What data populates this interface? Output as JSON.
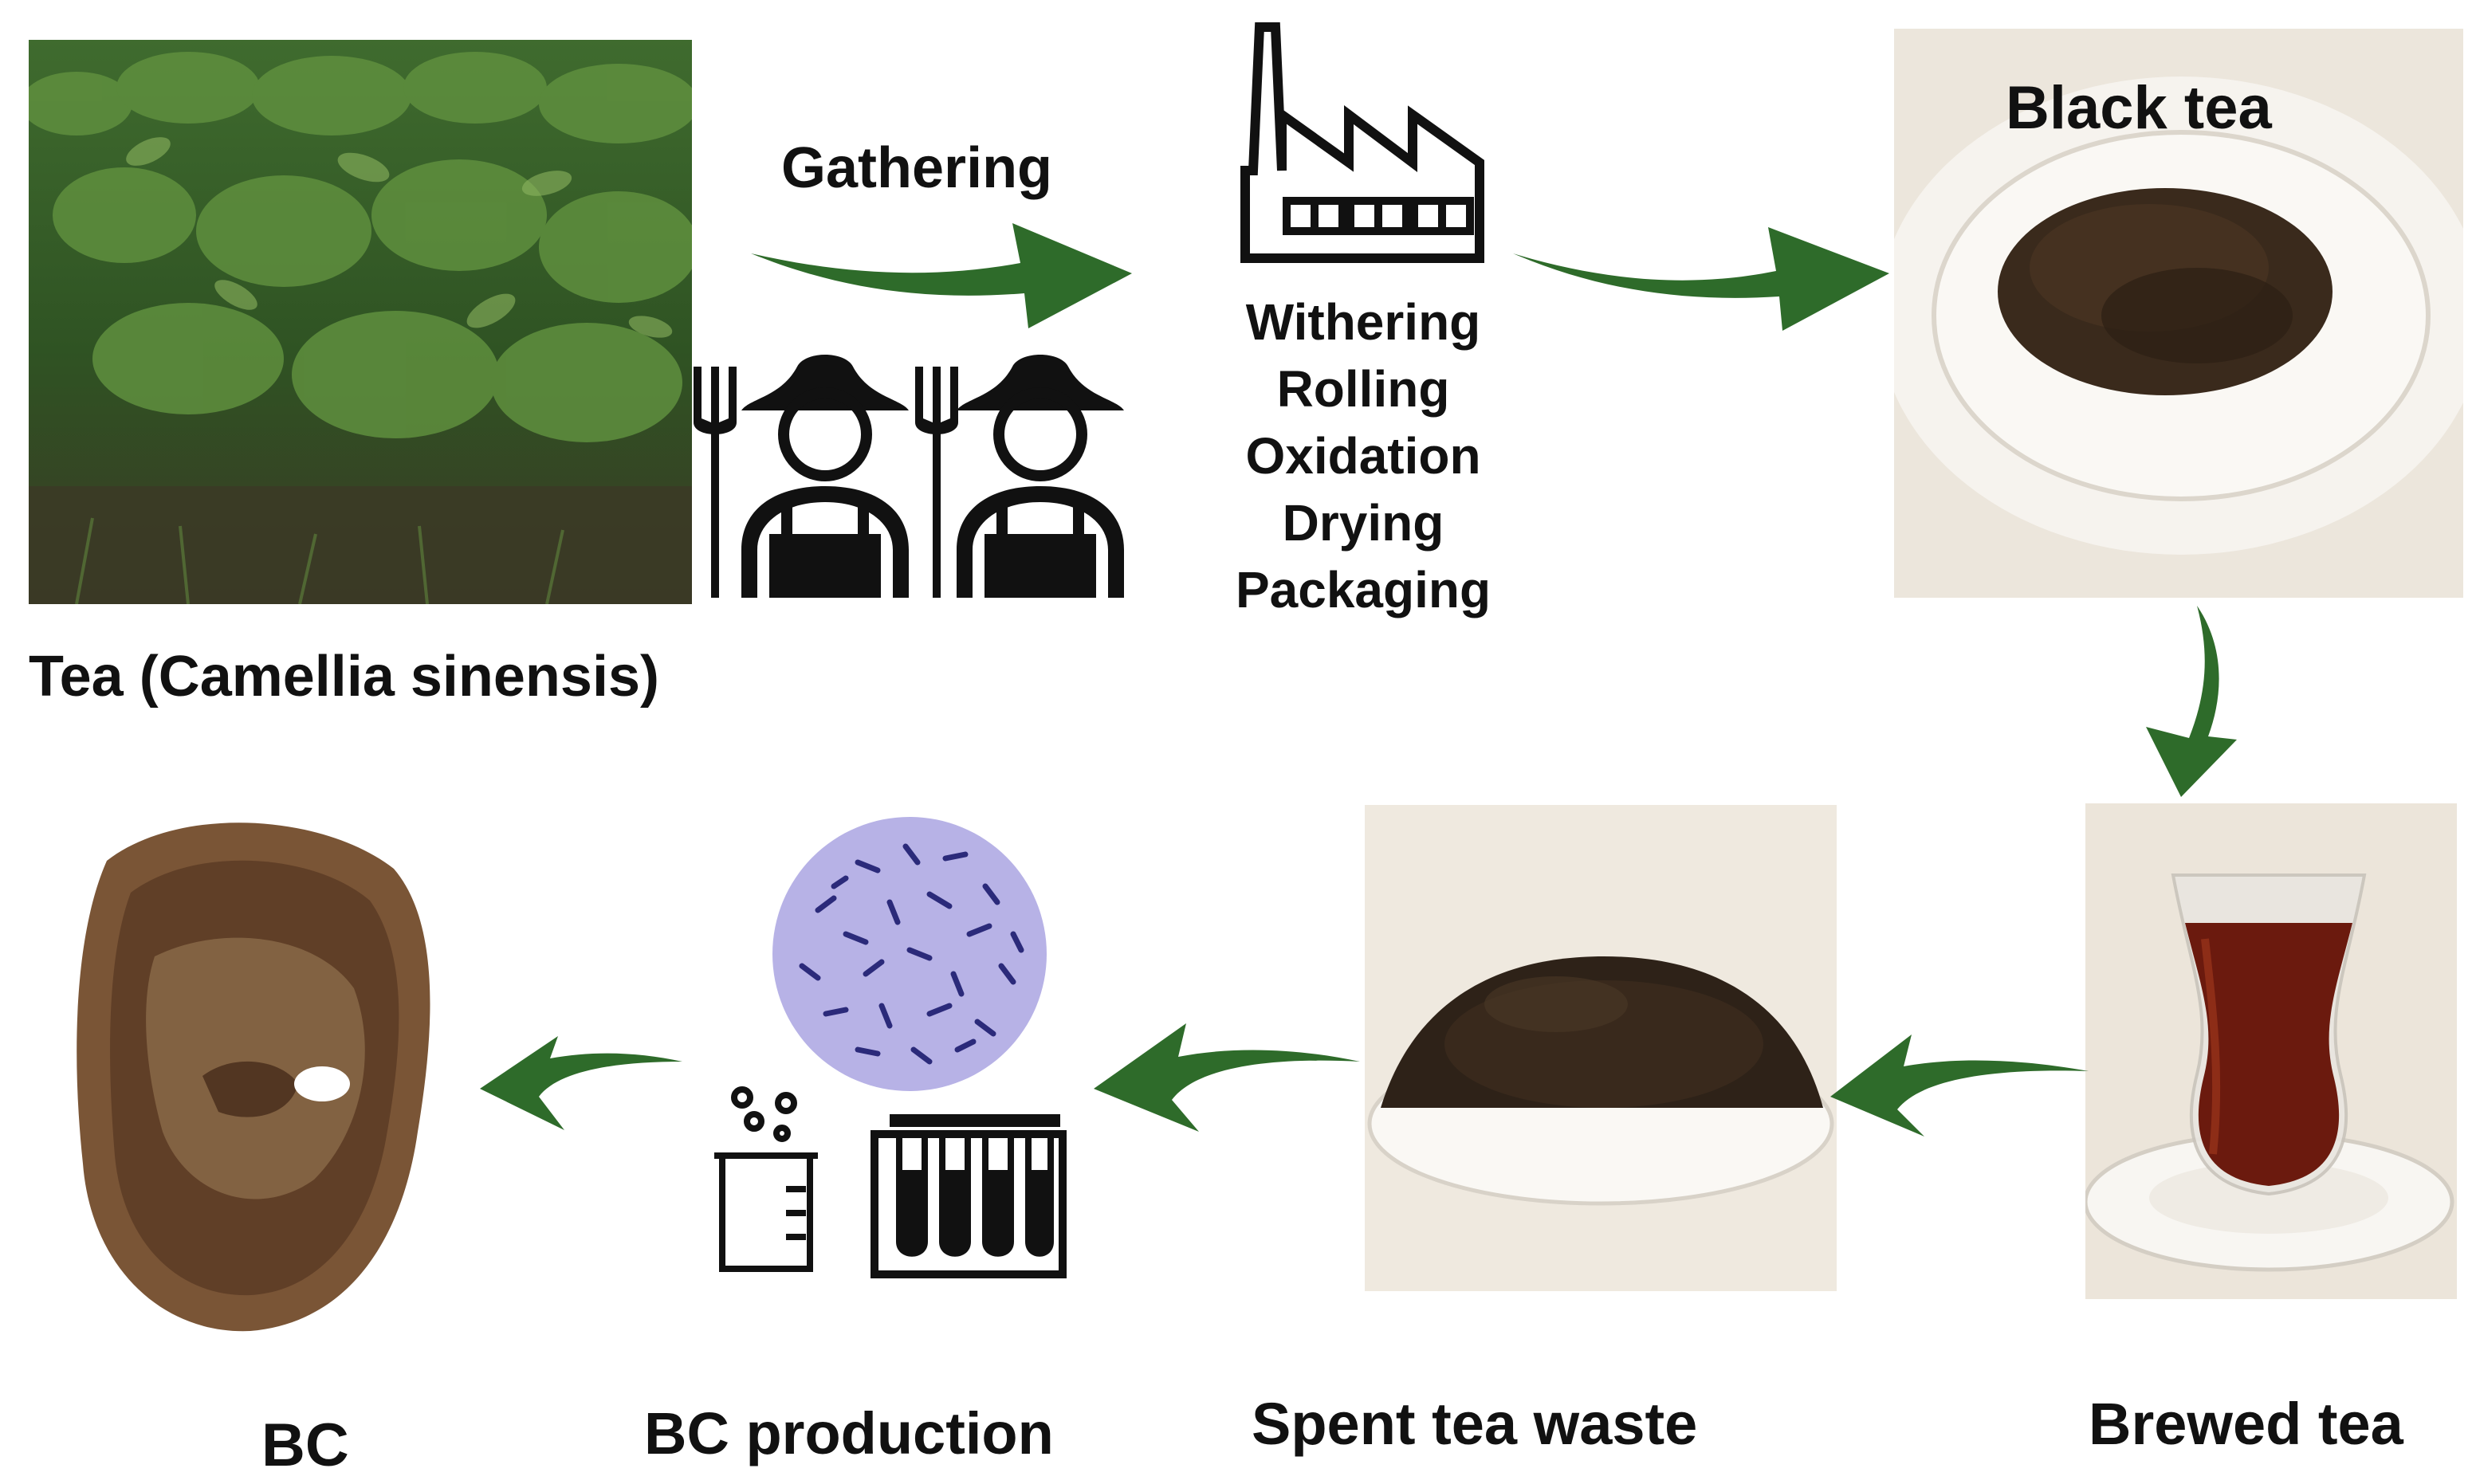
{
  "steps": {
    "tea_plant": {
      "label": "Tea (Camellia sinensis)"
    },
    "gathering": {
      "label": "Gathering"
    },
    "processing": {
      "steps": [
        "Withering",
        "Rolling",
        "Oxidation",
        "Drying",
        "Packaging"
      ]
    },
    "black_tea": {
      "label": "Black tea"
    },
    "brewed_tea": {
      "label": "Brewed tea"
    },
    "spent_tea_waste": {
      "label": "Spent tea waste"
    },
    "bc_production": {
      "label": "BC production"
    },
    "bc": {
      "label": "BC"
    }
  },
  "colors": {
    "arrow": "#2e6b2a",
    "icon": "#111111",
    "bacteria_bg": "#b7b2e6",
    "bacteria": "#2b2a7a"
  }
}
